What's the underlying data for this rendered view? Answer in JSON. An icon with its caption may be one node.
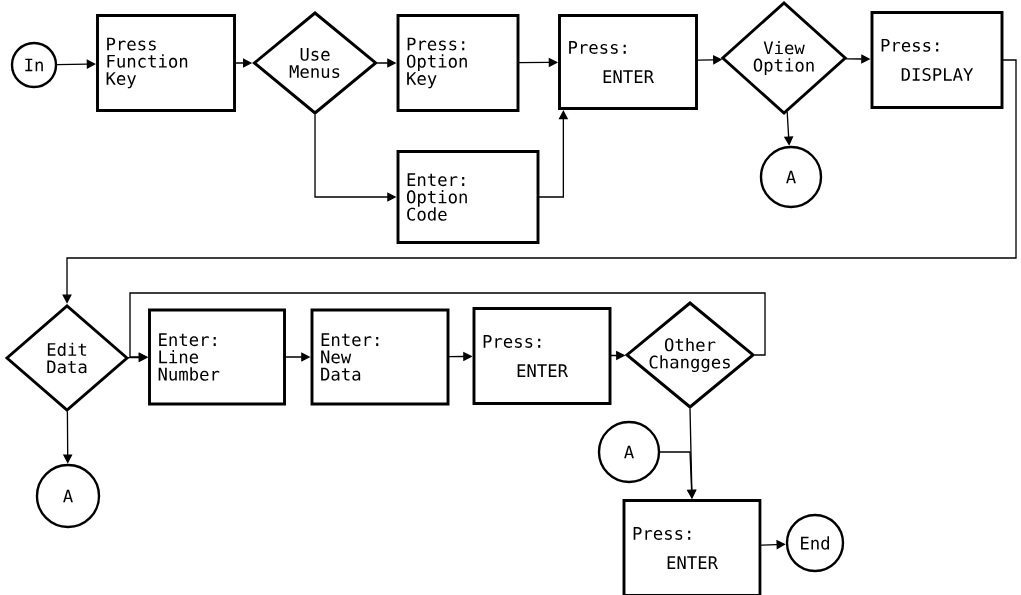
{
  "diagram": {
    "nodes": [
      {
        "text": [
          "In"
        ]
      },
      {
        "text": [
          "Press Function Key"
        ]
      },
      {
        "text": [
          "Use Menus"
        ]
      },
      {
        "text": [
          "Press: Option Key"
        ]
      },
      {
        "text": [
          "Enter: Option Code"
        ]
      },
      {
        "text": [
          "Press:",
          "ENTER"
        ]
      },
      {
        "text": [
          "View Option"
        ]
      },
      {
        "text": [
          "Press:",
          "DISPLAY"
        ]
      },
      {
        "text": [
          "A"
        ]
      },
      {
        "text": [
          "Edit Data"
        ]
      },
      {
        "text": [
          "A"
        ]
      },
      {
        "text": [
          "Enter: Line Number"
        ]
      },
      {
        "text": [
          "Enter: New Data"
        ]
      },
      {
        "text": [
          "Press:",
          "ENTER"
        ]
      },
      {
        "text": [
          "Other Changges"
        ]
      },
      {
        "text": [
          "A"
        ]
      },
      {
        "text": [
          "Press:",
          "ENTER"
        ]
      },
      {
        "text": [
          "End"
        ]
      }
    ],
    "edges": [
      {
        "from": 0,
        "to": 1,
        "arrow": "to"
      },
      {
        "from": 1,
        "to": 2,
        "arrow": "to"
      },
      {
        "from": 2,
        "to": 3,
        "arrow": "to"
      },
      {
        "from": 2,
        "to": 4,
        "arrow": "to"
      },
      {
        "from": 3,
        "to": 5,
        "arrow": "to"
      },
      {
        "from": 4,
        "to": 5,
        "arrow": "to"
      },
      {
        "from": 5,
        "to": 6,
        "arrow": "to"
      },
      {
        "from": 6,
        "to": 7,
        "arrow": "to"
      },
      {
        "from": 6,
        "to": 8,
        "arrow": "to"
      },
      {
        "from": 7,
        "to": 9,
        "arrow": "to"
      },
      {
        "from": 9,
        "to": 11,
        "arrow": "to"
      },
      {
        "from": 11,
        "to": 12,
        "arrow": "to"
      },
      {
        "from": 12,
        "to": 13,
        "arrow": "to"
      },
      {
        "from": 13,
        "to": 14,
        "arrow": "to"
      },
      {
        "from": 14,
        "to": 11,
        "arrow": "to"
      },
      {
        "from": 9,
        "to": 10,
        "arrow": "to"
      },
      {
        "from": 14,
        "to": 16,
        "arrow": "to"
      },
      {
        "from": 15,
        "to": 16,
        "arrow": "to"
      },
      {
        "from": 16,
        "to": 17,
        "arrow": "to"
      }
    ]
  }
}
